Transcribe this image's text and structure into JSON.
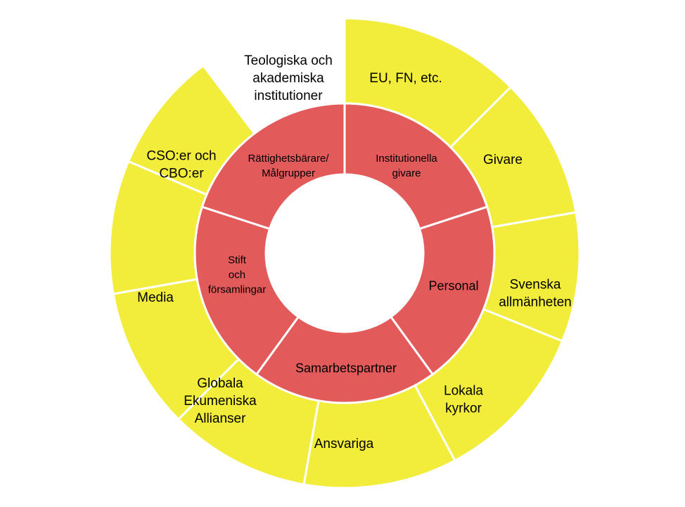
{
  "diagram": {
    "colors": {
      "outer_ring": "#f2ec3a",
      "inner_ring": "#e35a5a",
      "center": "#ffffff",
      "separator": "#ffffff"
    },
    "outer_segments": [
      {
        "id": "eu-fn",
        "lines": [
          "EU, FN, etc."
        ]
      },
      {
        "id": "givare",
        "lines": [
          "Givare"
        ]
      },
      {
        "id": "svenska-allmanheten",
        "lines": [
          "Svenska",
          "allmänheten"
        ]
      },
      {
        "id": "lokala-kyrkor",
        "lines": [
          "Lokala",
          "kyrkor"
        ]
      },
      {
        "id": "ansvariga",
        "lines": [
          "Ansvariga"
        ]
      },
      {
        "id": "globala-ekumeniska-allianser",
        "lines": [
          "Globala",
          "Ekumeniska",
          "Allianser"
        ]
      },
      {
        "id": "media",
        "lines": [
          "Media"
        ]
      },
      {
        "id": "cso-cbo",
        "lines": [
          "CSO:er och",
          "CBO:er"
        ]
      },
      {
        "id": "teologiska-institutioner",
        "lines": [
          "Teologiska och",
          "akademiska",
          "institutioner"
        ]
      }
    ],
    "inner_segments": [
      {
        "id": "institutionella-givare",
        "lines": [
          "Institutionella",
          "givare"
        ]
      },
      {
        "id": "personal",
        "lines": [
          "Personal"
        ]
      },
      {
        "id": "samarbetspartner",
        "lines": [
          "Samarbetspartner"
        ]
      },
      {
        "id": "stift-forsamlingar",
        "lines": [
          "Stift",
          "och",
          "församlingar"
        ]
      },
      {
        "id": "rattighetsbarare",
        "lines": [
          "Rättighetsbärare/",
          "Målgrupper"
        ]
      }
    ]
  }
}
